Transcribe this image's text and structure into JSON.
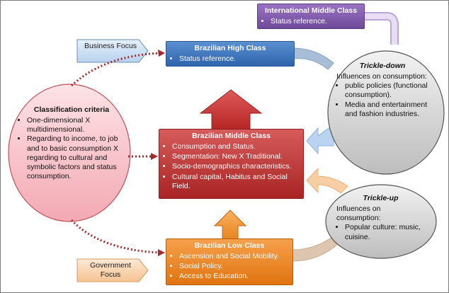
{
  "international": {
    "title": "International Middle Class",
    "items": [
      "Status reference."
    ]
  },
  "high": {
    "title": "Brazilian High Class",
    "items": [
      "Status reference."
    ]
  },
  "middle": {
    "title": "Brazilian Middle Class",
    "items": [
      "Consumption and Status.",
      "Segmentation: New X Traditional.",
      "Socio-demographics characteristics.",
      "Cultural capital, Habitus and Social Field."
    ]
  },
  "low": {
    "title": "Brazilian Low Class",
    "items": [
      "Ascension and Social Mobility.",
      "Social Policy.",
      "Access to Education."
    ]
  },
  "business_focus": "Business Focus",
  "government_focus": "Government Focus",
  "criteria": {
    "title": "Classification criteria",
    "items": [
      "One-dimensional X multidimensional.",
      "Regarding to income, to job and to basic consumption X regarding to cultural and symbolic factors and status consumption."
    ]
  },
  "trickle_down": {
    "title": "Trickle-down",
    "intro": "Influences on consumption:",
    "items": [
      "public policies (functional consumption).",
      "Media and entertainment and fashion industries."
    ]
  },
  "trickle_up": {
    "title": "Trickle-up",
    "intro": "Influences on consumption:",
    "items": [
      "Popular culture: music, cuisine."
    ]
  },
  "colors": {
    "international": "#7f58ad",
    "high": "#3f75c0",
    "middle": "#c03a3a",
    "low": "#ee8a2c",
    "criteria_fill": "#f8c6cc",
    "trickle_fill": "#d4d4d4",
    "focus_fill": "#cfe1f5"
  }
}
